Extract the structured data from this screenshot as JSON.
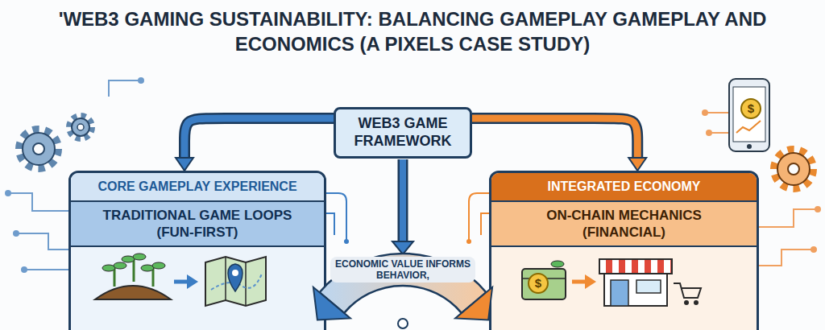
{
  "diagram": {
    "title": "'WEB3 GAMING SUSTAINABILITY: BALANCING GAMEPLAY GAMEPLAY AND ECONOMICS (A PIXELS CASE STUDY)",
    "nodes": [
      {
        "text": [
          "WEB3 GAME FRAMEWORK"
        ]
      },
      {
        "text": [
          "CORE GAMEPLAY EXPERIENCE",
          "TRADITIONAL GAME LOOPS (FUN-FIRST)"
        ]
      },
      {
        "text": [
          "INTEGRATED ECONOMY",
          "ON-CHAIN MECHANICS (FINANCIAL)"
        ]
      }
    ],
    "edges": [
      {
        "from": 0,
        "to": 1,
        "arrow": "to"
      },
      {
        "from": 0,
        "to": 2,
        "arrow": "to"
      }
    ],
    "labels": [
      "ECONOMIC VALUE INFORMS BEHAVIOR,",
      "$",
      "$"
    ]
  }
}
